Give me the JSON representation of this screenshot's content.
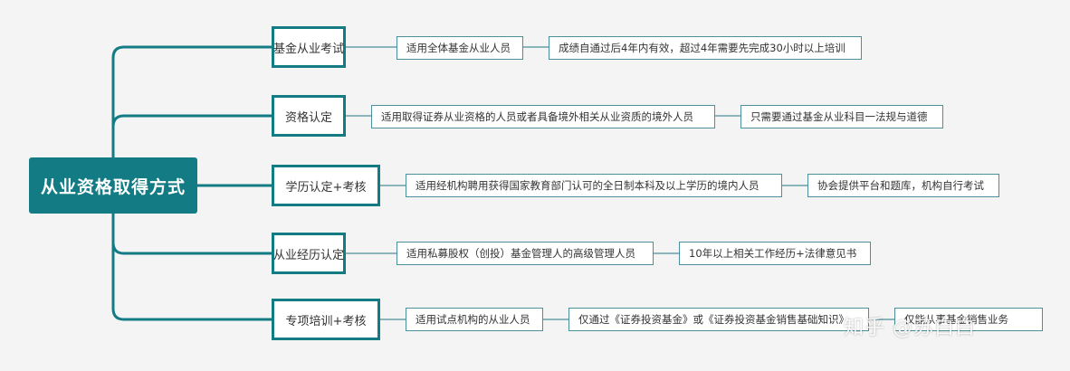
{
  "root": {
    "label": "从业资格取得方式"
  },
  "branches": [
    {
      "label": "基金从业考试",
      "details": [
        "适用全体基金从业人员",
        "成绩自通过后4年内有效，超过4年需要先完成30小时以上培训"
      ]
    },
    {
      "label": "资格认定",
      "details": [
        "适用取得证券从业资格的人员或者具备境外相关从业资质的境外人员",
        "只需要通过基金从业科目一法规与道德"
      ]
    },
    {
      "label": "学历认定+考核",
      "details": [
        "适用经机构聘用获得国家教育部门认可的全日制本科及以上学历的境内人员",
        "协会提供平台和题库，机构自行考试"
      ]
    },
    {
      "label": "从业经历认定",
      "details": [
        "适用私募股权（创投）基金管理人的高级管理人员",
        "10年以上相关工作经历+法律意见书"
      ]
    },
    {
      "label": "专项培训+考核",
      "details": [
        "适用试点机构的从业人员",
        "仅通过《证券投资基金》或《证券投资基金销售基础知识》",
        "仅能从事基金销售业务"
      ]
    }
  ],
  "watermark": "知乎 @苏白白",
  "colors": {
    "accent": "#137b84",
    "leaf_border": "#4a8f99",
    "background": "#f4f4f4"
  }
}
